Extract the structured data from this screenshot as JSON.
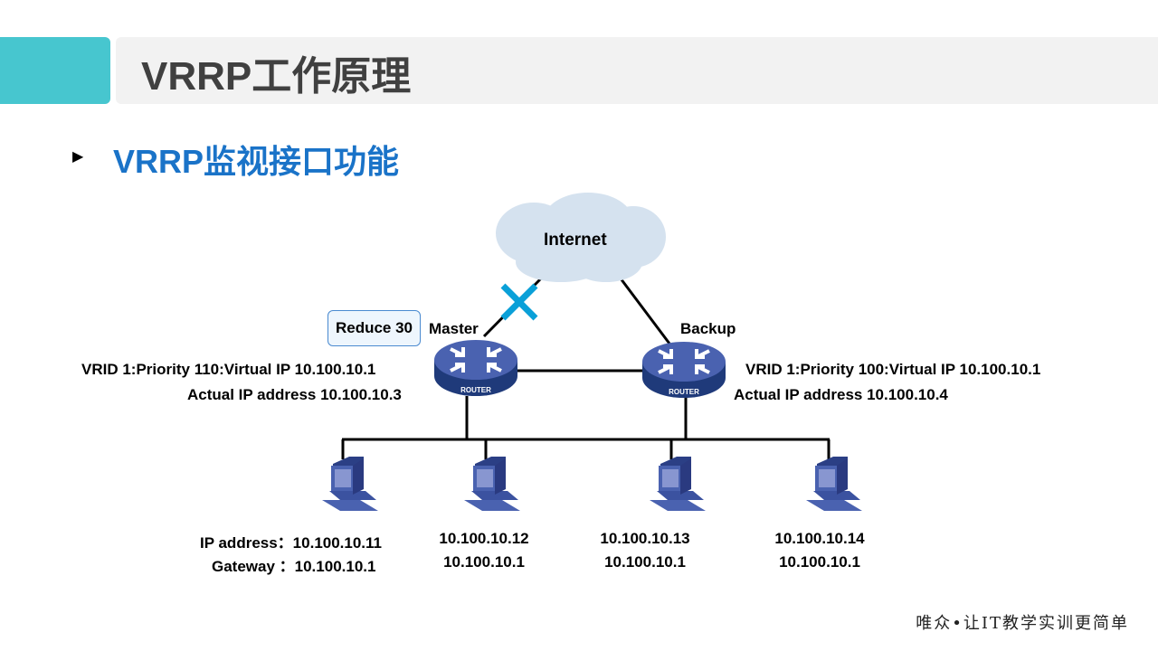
{
  "header": {
    "title": "VRRP工作原理"
  },
  "section": {
    "bullet_icon": "triangle-right",
    "subtitle": "VRRP监视接口功能"
  },
  "diagram": {
    "cloud_label": "Internet",
    "failure_mark": "x-icon",
    "master": {
      "role": "Master",
      "badge": "Reduce 30",
      "vrid": "VRID 1:Priority 110:Virtual IP  10.100.10.1",
      "actual": "Actual IP address 10.100.10.3",
      "device_label": "ROUTER"
    },
    "backup": {
      "role": "Backup",
      "vrid": "VRID 1:Priority 100:Virtual IP  10.100.10.1",
      "actual": "Actual IP address 10.100.10.4",
      "device_label": "ROUTER"
    },
    "hosts": [
      {
        "ip": "IP address：10.100.10.11",
        "gw": "Gateway ：10.100.10.1"
      },
      {
        "ip": "10.100.10.12",
        "gw": "10.100.10.1"
      },
      {
        "ip": "10.100.10.13",
        "gw": "10.100.10.1"
      },
      {
        "ip": "10.100.10.14",
        "gw": "10.100.10.1"
      }
    ]
  },
  "footer": {
    "slogan": "唯众•让IT教学实训更简单"
  },
  "colors": {
    "accent": "#47c6cf",
    "subtitle": "#1a73c8",
    "router": "#4a62b0",
    "cross": "#0aa0d8"
  }
}
